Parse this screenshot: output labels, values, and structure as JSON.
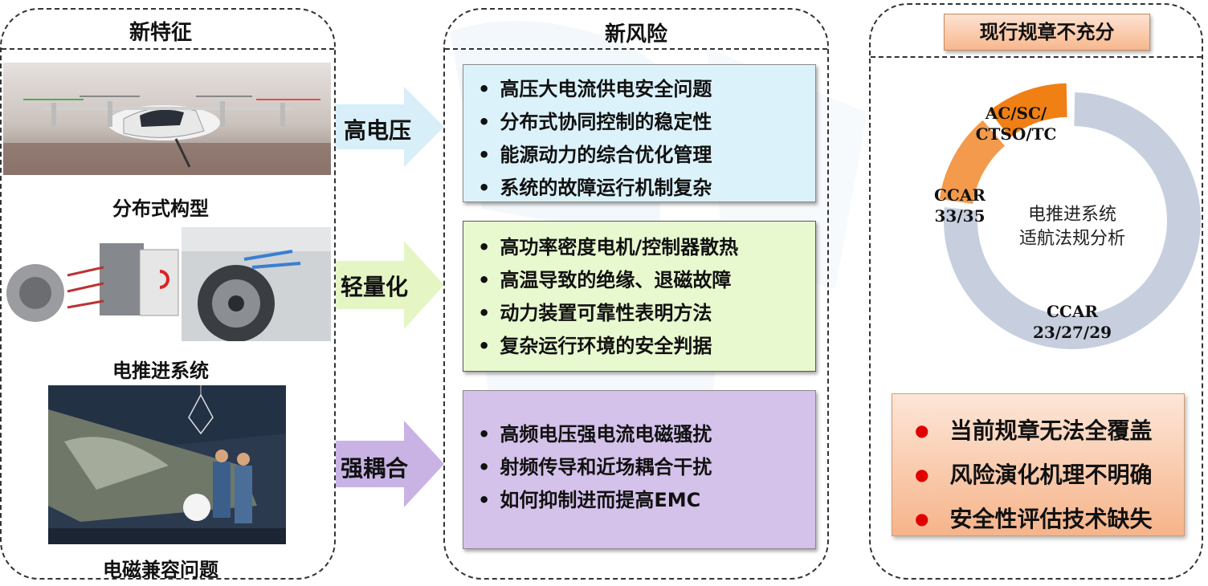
{
  "left": {
    "title": "新特征",
    "captions": [
      "分布式构型",
      "电推进系统",
      "电磁兼容问题"
    ]
  },
  "arrows": [
    "高电压",
    "轻量化",
    "强耦合"
  ],
  "middle": {
    "title": "新风险",
    "groups": [
      {
        "items": [
          "高压大电流供电安全问题",
          "分布式协同控制的稳定性",
          "能源动力的综合优化管理",
          "系统的故障运行机制复杂"
        ]
      },
      {
        "items": [
          "高功率密度电机/控制器散热",
          "高温导致的绝缘、退磁故障",
          "动力装置可靠性表明方法",
          "复杂运行环境的安全判据"
        ]
      },
      {
        "items": [
          "高频电压强电流电磁骚扰",
          "射频传导和近场耦合干扰",
          "如何抑制进而提高EMC"
        ]
      }
    ]
  },
  "right": {
    "title": "现行规章不充分",
    "chart_center": [
      "电推进系统",
      "适航法规分析"
    ],
    "conclusions": [
      "当前规章无法全覆盖",
      "风险演化机理不明确",
      "安全性评估技术缺失"
    ]
  },
  "chart_data": {
    "type": "pie",
    "style": "donut",
    "slices": [
      {
        "label": [
          "CCAR",
          "23/27/29"
        ],
        "value": 77,
        "color": "#c7cfdf"
      },
      {
        "label": [
          "CCAR",
          "33/35"
        ],
        "value": 12,
        "color": "#f39a4c"
      },
      {
        "label": [
          "AC/SC/",
          "CTSO/TC"
        ],
        "value": 11,
        "color": "#f07f14"
      }
    ]
  },
  "colors": {
    "box_blue": "#dcf2fb",
    "box_green": "#e8f8cf",
    "box_purple": "#d4c2ea",
    "arrow_blue": "#d8eef8",
    "arrow_green": "#e5f6c4",
    "arrow_purple": "#c8b3e4"
  }
}
